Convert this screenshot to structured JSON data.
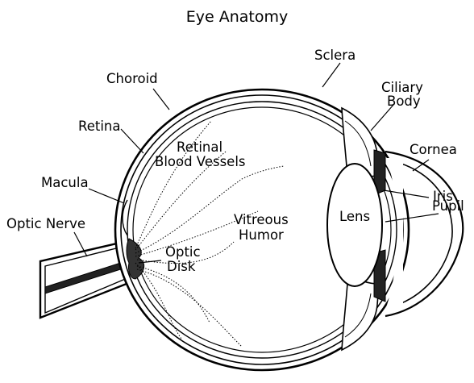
{
  "diagram": {
    "title": "Eye Anatomy",
    "labels": {
      "sclera": "Sclera",
      "choroid": "Choroid",
      "retina": "Retina",
      "ciliary_body_1": "Ciliary",
      "ciliary_body_2": "Body",
      "retinal_vessels_1": "Retinal",
      "retinal_vessels_2": "Blood Vessels",
      "cornea": "Cornea",
      "macula": "Macula",
      "iris": "Iris",
      "pupil": "Pupil",
      "lens": "Lens",
      "optic_nerve": "Optic Nerve",
      "vitreous_1": "Vitreous",
      "vitreous_2": "Humor",
      "optic_disk_1": "Optic",
      "optic_disk_2": "Disk"
    }
  }
}
